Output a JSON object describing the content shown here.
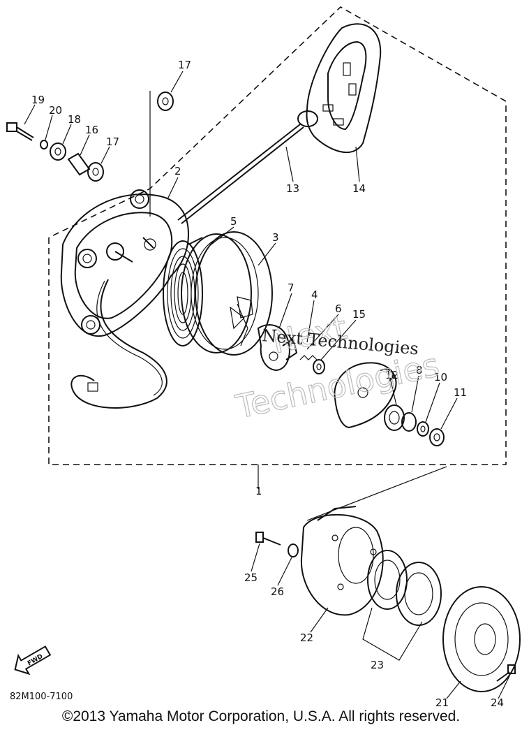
{
  "diagram_code": "82M100-7100",
  "copyright": "©2013 Yamaha Motor Corporation, U.S.A. All rights reserved.",
  "watermark": {
    "line1": "Next",
    "line2": "Technologies",
    "overlay": "Next Technologies"
  },
  "direction_marker": "FWD",
  "callouts": [
    {
      "id": "1",
      "label": "1"
    },
    {
      "id": "2",
      "label": "2"
    },
    {
      "id": "3",
      "label": "3"
    },
    {
      "id": "4",
      "label": "4"
    },
    {
      "id": "5",
      "label": "5"
    },
    {
      "id": "6",
      "label": "6"
    },
    {
      "id": "7",
      "label": "7"
    },
    {
      "id": "8",
      "label": "8"
    },
    {
      "id": "10",
      "label": "10"
    },
    {
      "id": "11",
      "label": "11"
    },
    {
      "id": "12",
      "label": "12"
    },
    {
      "id": "13",
      "label": "13"
    },
    {
      "id": "14",
      "label": "14"
    },
    {
      "id": "15",
      "label": "15"
    },
    {
      "id": "16",
      "label": "16"
    },
    {
      "id": "17a",
      "label": "17"
    },
    {
      "id": "17b",
      "label": "17"
    },
    {
      "id": "18",
      "label": "18"
    },
    {
      "id": "19",
      "label": "19"
    },
    {
      "id": "20",
      "label": "20"
    },
    {
      "id": "21",
      "label": "21"
    },
    {
      "id": "22",
      "label": "22"
    },
    {
      "id": "23",
      "label": "23"
    },
    {
      "id": "24",
      "label": "24"
    },
    {
      "id": "25",
      "label": "25"
    },
    {
      "id": "26",
      "label": "26"
    }
  ]
}
